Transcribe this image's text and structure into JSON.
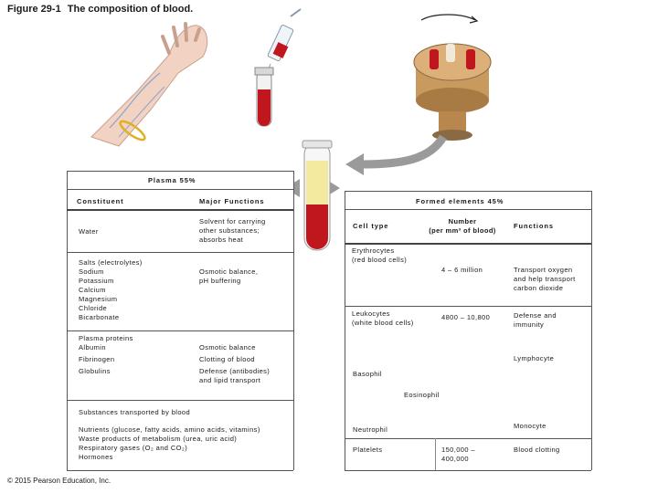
{
  "figure": {
    "number": "Figure 29-1",
    "title": "The composition of blood.",
    "copyright": "© 2015 Pearson Education, Inc."
  },
  "plasma": {
    "heading": "Plasma 55%",
    "col_constituent": "Constituent",
    "col_functions": "Major Functions",
    "rows": [
      {
        "constituent": "Water",
        "function": "Solvent for carrying\nother substances;\nabsorbs heat"
      },
      {
        "constituent": "Salts (electrolytes)\n   Sodium\n   Potassium\n   Calcium\n   Magnesium\n   Chloride\n   Bicarbonate",
        "function": "Osmotic balance,\npH buffering"
      },
      {
        "constituent": "Plasma proteins\n   Albumin",
        "function": "Osmotic balance"
      },
      {
        "constituent": "   Fibrinogen",
        "function": "Clotting of blood"
      },
      {
        "constituent": "   Globulins",
        "function": "Defense (antibodies)\nand lipid transport"
      }
    ],
    "transported_heading": "Substances transported by blood",
    "transported_items": "Nutrients (glucose, fatty acids, amino acids, vitamins)\nWaste products of metabolism (urea, uric acid)\nRespiratory gases (O₂ and CO₂)\nHormones"
  },
  "formed": {
    "heading": "Formed elements 45%",
    "col_cell_type": "Cell type",
    "col_number": "Number\n(per mm³ of blood)",
    "col_functions": "Functions",
    "erythrocytes": {
      "name": "Erythrocytes\n(red blood cells)",
      "number": "4 – 6 million",
      "function": "Transport oxygen\nand help transport\ncarbon dioxide"
    },
    "leukocytes": {
      "name": "Leukocytes\n(white blood cells)",
      "number": "4800 – 10,800",
      "function": "Defense and\nimmunity"
    },
    "leukocyte_types": {
      "lymphocyte": "Lymphocyte",
      "basophil": "Basophil",
      "eosinophil": "Eosinophil",
      "neutrophil": "Neutrophil",
      "monocyte": "Monocyte"
    },
    "platelets": {
      "name": "Platelets",
      "number": "150,000 –\n400,000",
      "function": "Blood clotting"
    }
  },
  "colors": {
    "blood_red": "#c0161e",
    "plasma_yellow": "#f3eaa0",
    "arrow_gray": "#9a9a9a",
    "leukocyte_purple": "#6a4fa8",
    "centrifuge_tan": "#c99a5e"
  }
}
